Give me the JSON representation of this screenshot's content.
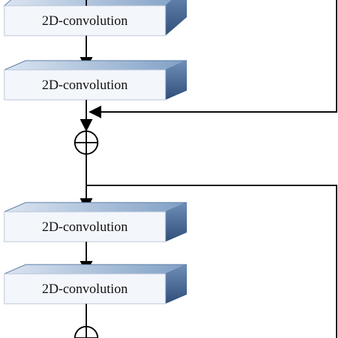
{
  "diagram": {
    "blocks": [
      {
        "label": "2D-convolution"
      },
      {
        "label": "2D-convolution"
      },
      {
        "label": "2D-convolution"
      },
      {
        "label": "2D-convolution"
      }
    ],
    "colors": {
      "block_front": "#f2f5fa",
      "block_top": "#a9bfd9",
      "block_side": "#4d6f99",
      "line": "#000000"
    },
    "adder_symbol": "plus-circle"
  }
}
